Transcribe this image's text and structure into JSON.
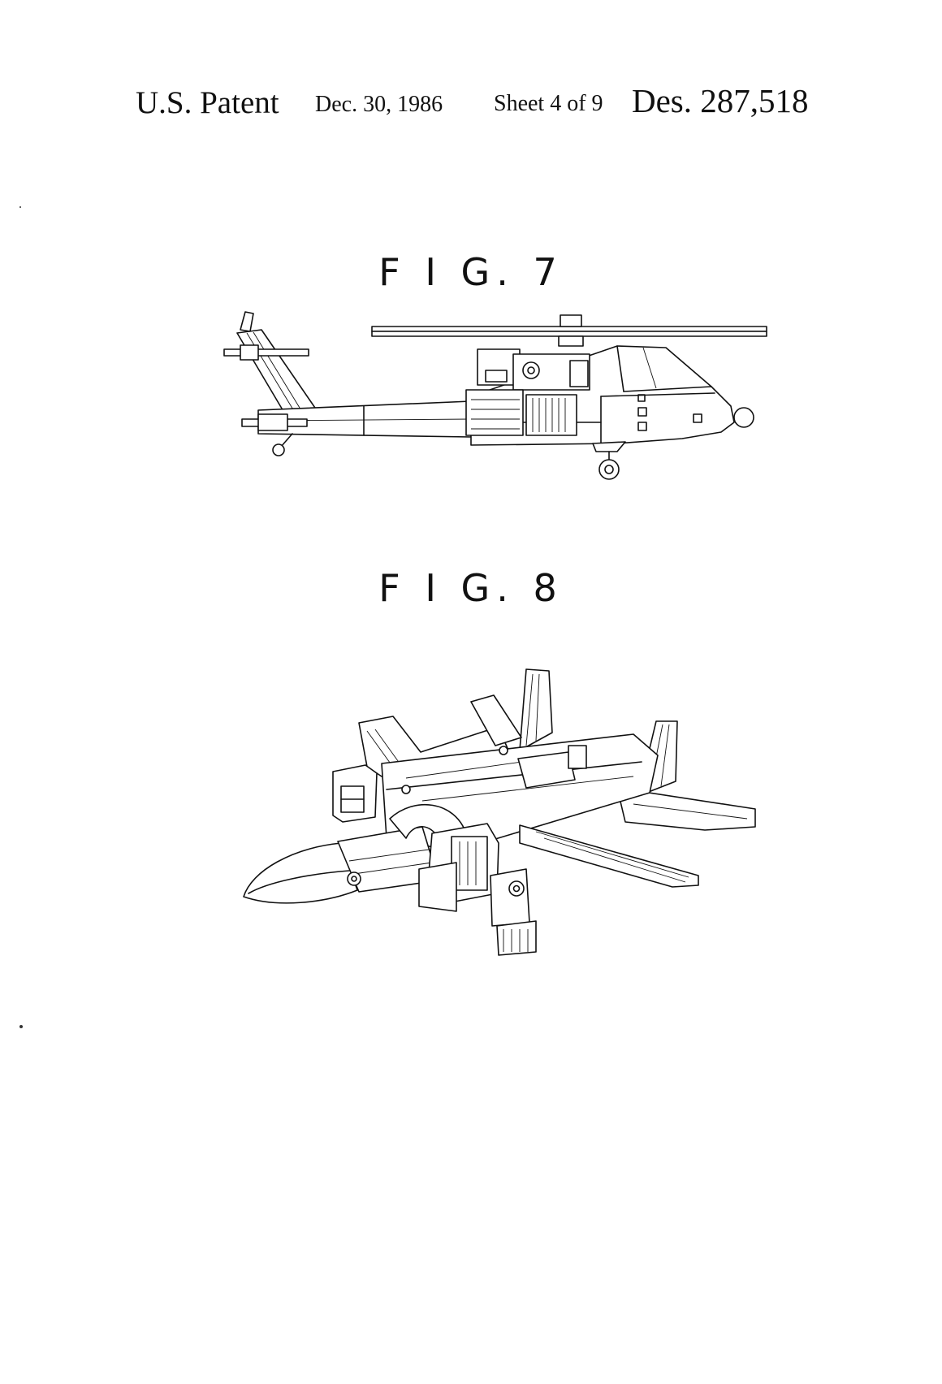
{
  "header": {
    "patent_label": "U.S. Patent",
    "date": "Dec. 30, 1986",
    "sheet": "Sheet 4 of 9",
    "design_number": "Des. 287,518"
  },
  "figures": [
    {
      "label": "F I G. 7"
    },
    {
      "label": "F I G. 8"
    }
  ]
}
